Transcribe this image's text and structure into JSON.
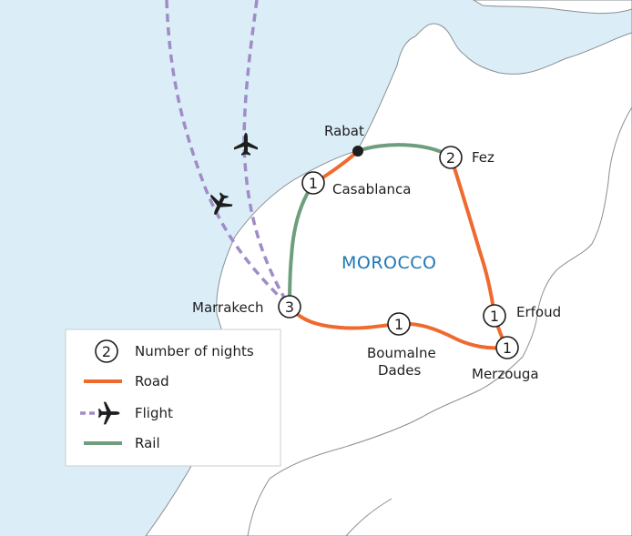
{
  "map": {
    "country_label": "MOROCCO",
    "colors": {
      "sea": "#dbeef7",
      "land": "#ffffff",
      "border": "#8a8f92",
      "road": "#ef6a2e",
      "flight": "#a08cc8",
      "rail": "#6e9e7d"
    }
  },
  "places": {
    "rabat": {
      "name": "Rabat"
    },
    "fez": {
      "name": "Fez",
      "nights": "2"
    },
    "casablanca": {
      "name": "Casablanca",
      "nights": "1"
    },
    "marrakech": {
      "name": "Marrakech",
      "nights": "3"
    },
    "boumalne": {
      "name_line1": "Boumalne",
      "name_line2": "Dades",
      "nights": "1"
    },
    "erfoud": {
      "name": "Erfoud",
      "nights": "1"
    },
    "merzouga": {
      "name": "Merzouga",
      "nights": "1"
    }
  },
  "legend": {
    "nights_symbol": "2",
    "nights_label": "Number of nights",
    "road_label": "Road",
    "flight_label": "Flight",
    "rail_label": "Rail"
  }
}
